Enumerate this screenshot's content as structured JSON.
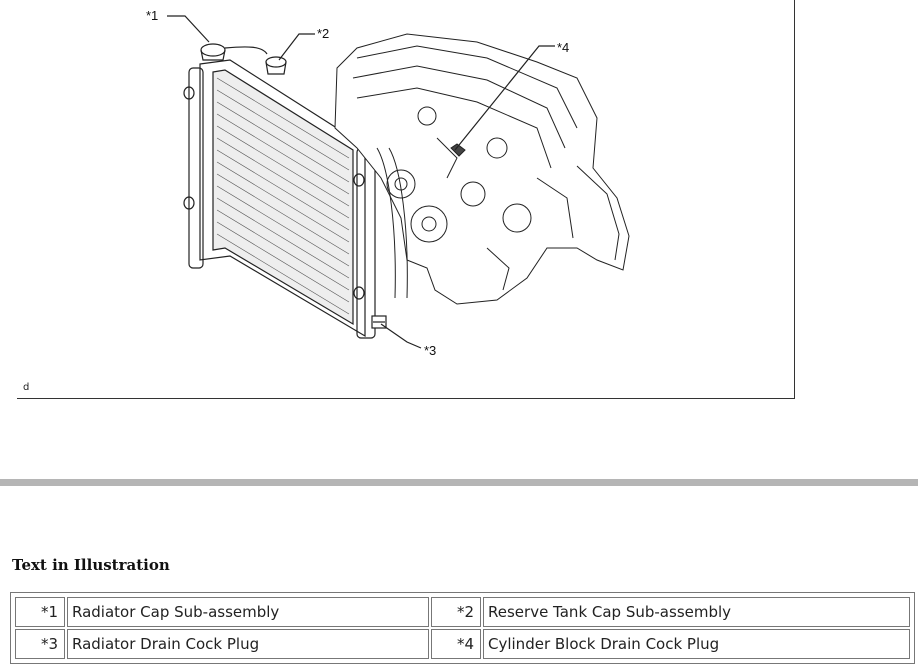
{
  "illustration": {
    "figure_id": "d",
    "callouts": [
      {
        "label": "*1"
      },
      {
        "label": "*2"
      },
      {
        "label": "*3"
      },
      {
        "label": "*4"
      }
    ]
  },
  "legend": {
    "title": "Text in Illustration",
    "rows": [
      [
        {
          "num": "*1",
          "text": "Radiator Cap Sub-assembly"
        },
        {
          "num": "*2",
          "text": "Reserve Tank Cap Sub-assembly"
        }
      ],
      [
        {
          "num": "*3",
          "text": "Radiator Drain Cock Plug"
        },
        {
          "num": "*4",
          "text": "Cylinder Block Drain Cock Plug"
        }
      ]
    ]
  }
}
